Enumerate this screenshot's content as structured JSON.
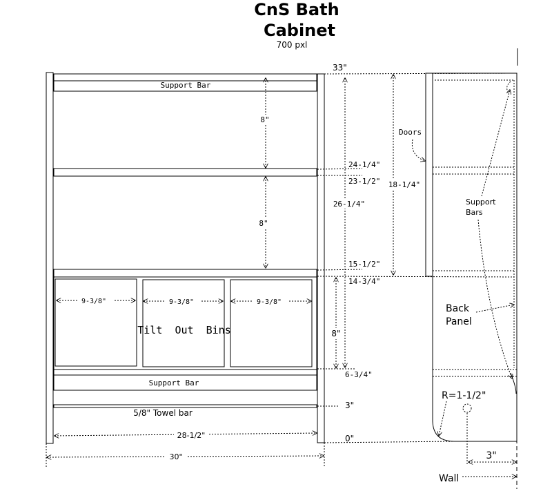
{
  "title": {
    "line1": "CnS Bath",
    "line2": "Cabinet",
    "subtitle": "700 pxl"
  },
  "front": {
    "support_bar_top": "Support Bar",
    "support_bar_bottom": "Support Bar",
    "towel_bar": "5/8\" Towel bar",
    "bins_label": "Tilt  Out  Bins",
    "bin_widths": [
      "9-3/8\"",
      "9-3/8\"",
      "9-3/8\""
    ],
    "shelf_gap_upper": "8\"",
    "shelf_gap_middle": "8\"",
    "bin_height": "8\"",
    "inner_width": "28-1/2\"",
    "outer_width": "30\""
  },
  "heights": {
    "top": "33\"",
    "h24": "24-1/4\"",
    "h23": "23-1/2\"",
    "h15": "15-1/2\"",
    "h14": "14-3/4\"",
    "h6": "6-3/4\"",
    "h3": "3\"",
    "h0": "0\"",
    "span_26": "26-1/4\"",
    "span_18": "18-1/4\""
  },
  "side": {
    "doors": "Doors",
    "support_bars_1": "Support",
    "support_bars_2": "Bars",
    "back_panel_1": "Back",
    "back_panel_2": "Panel",
    "radius": "R=1-1/2\"",
    "depth": "3\"",
    "wall": "Wall"
  }
}
